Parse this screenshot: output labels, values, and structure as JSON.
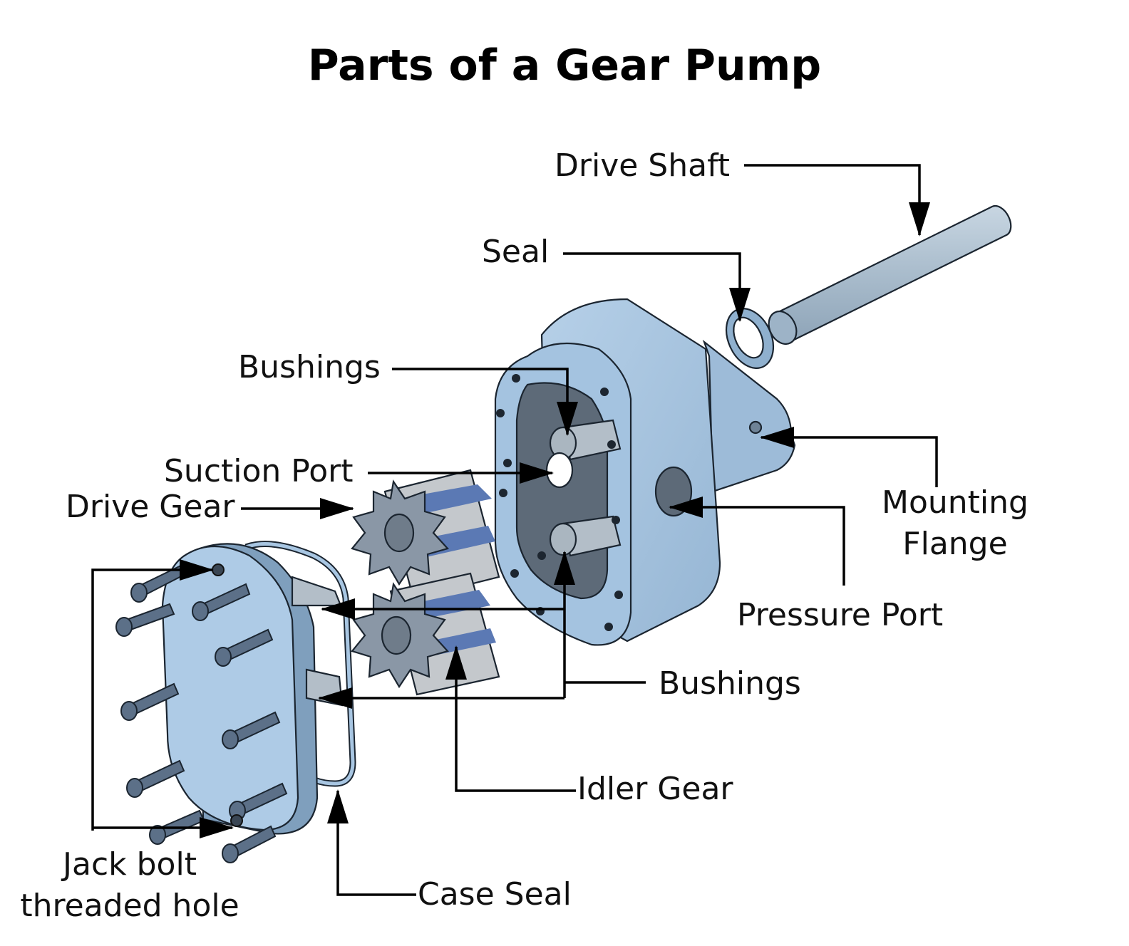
{
  "title": "Parts of a Gear Pump",
  "labels": {
    "drive_shaft": "Drive Shaft",
    "seal": "Seal",
    "bushings_top": "Bushings",
    "suction_port": "Suction Port",
    "drive_gear": "Drive Gear",
    "mounting_flange_1": "Mounting",
    "mounting_flange_2": "Flange",
    "pressure_port": "Pressure Port",
    "bushings_bottom": "Bushings",
    "idler_gear": "Idler Gear",
    "case_seal": "Case Seal",
    "jack_bolt_1": "Jack bolt",
    "jack_bolt_2": "threaded hole"
  },
  "colors": {
    "body": "#a8c6e2",
    "body_shadow": "#7f9fbd",
    "cavity": "#5d6a78",
    "gear": "#8a97a6",
    "gear_teeth_metal": "#c4c8cc",
    "bolt": "#5c7088",
    "line": "#000000"
  }
}
